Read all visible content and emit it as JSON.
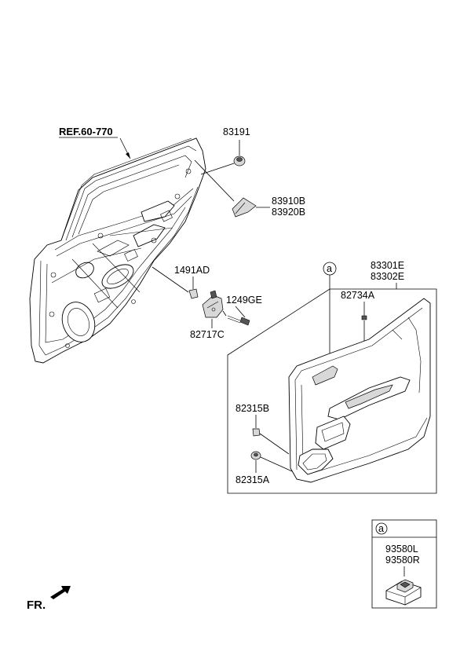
{
  "labels": {
    "ref": "REF.60-770",
    "p83191": "83191",
    "p83910B": "83910B",
    "p83920B": "83920B",
    "p1491AD": "1491AD",
    "p1249GE": "1249GE",
    "p82717C": "82717C",
    "p83301E": "83301E",
    "p83302E": "83302E",
    "p82734A": "82734A",
    "p82315B": "82315B",
    "p82315A": "82315A",
    "callout_a": "a",
    "inset_a": "a",
    "p93580L": "93580L",
    "p93580R": "93580R",
    "fr": "FR."
  }
}
